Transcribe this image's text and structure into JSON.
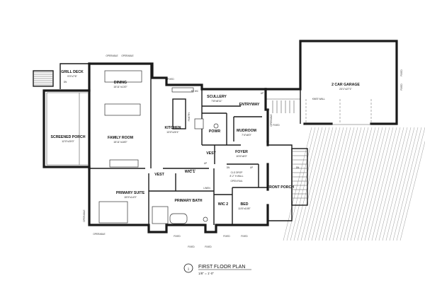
{
  "rooms": {
    "grill_deck": {
      "name": "GRILL DECK",
      "dim": "9'0\"x7'6\""
    },
    "dining": {
      "name": "DINING",
      "dim": "15'11\"x13'0\""
    },
    "screened_porch": {
      "name": "SCREENED PORCH",
      "dim": "12'0\"x20'0\""
    },
    "family_room": {
      "name": "FAMILY ROOM",
      "dim": "15'11\"x18'0\""
    },
    "kitchen": {
      "name": "KITCHEN",
      "dim": "13'0\"x20'1\""
    },
    "scullery": {
      "name": "SCULLERY",
      "dim": "7'8\"x8'11\""
    },
    "entryway": {
      "name": "ENTRYWAY"
    },
    "powr": {
      "name": "POWR"
    },
    "mudroom": {
      "name": "MUDROOM",
      "dim": "7'4\"x8'0\""
    },
    "garage": {
      "name": "2 CAR GARAGE",
      "dim": "23'1\"x27'1\""
    },
    "vest_center": {
      "name": "VEST"
    },
    "foyer": {
      "name": "FOYER",
      "dim": "10'6\"x8'0\""
    },
    "vest_left": {
      "name": "VEST"
    },
    "wic1": {
      "name": "WIC 1"
    },
    "primary_suite": {
      "name": "PRIMARY SUITE",
      "dim": "15'0\"x14'0\""
    },
    "primary_bath": {
      "name": "PRIMARY BATH"
    },
    "wic2": {
      "name": "WIC 2"
    },
    "bed": {
      "name": "BED",
      "dim": "11'6\"x10'8\""
    },
    "front_porch": {
      "name": "FRONT PORCH"
    }
  },
  "notes": {
    "operable_top_1": "OPERABLE",
    "operable_top_2": "OPERABLE",
    "operable_left": "OPERABLE",
    "operable_bottom": "OPERABLE",
    "operable_right": "OPERABLE",
    "fixed_1": "FIXED",
    "fixed_2": "FIXED",
    "fixed_3": "FIXED",
    "fixed_4": "FIXED",
    "fixed_5": "FIXED",
    "fixed_6": "FIXED",
    "fixed_7": "FIXED",
    "fixed_right_1": "FIXED",
    "fixed_right_2": "FIXED",
    "knee_wall": "KNEE WALL",
    "up_1": "UP",
    "dn_1": "DN",
    "dn_2": "DN",
    "dn_3": "DN",
    "up_2": "UP",
    "up_3": "UP",
    "dn_4": "DN",
    "ceiling_drop": "CLG DROP",
    "wall_8ft": "8'-2\" H WALL",
    "open_rail": "OPEN RAIL",
    "linen": "LINEN",
    "pantry": "PANTRY",
    "rf_wc": "RF WC",
    "vest_label_small": "VEST"
  },
  "title_block": {
    "number": "1",
    "title": "FIRST FLOOR PLAN",
    "scale": "1/8\" = 1'-0\""
  }
}
